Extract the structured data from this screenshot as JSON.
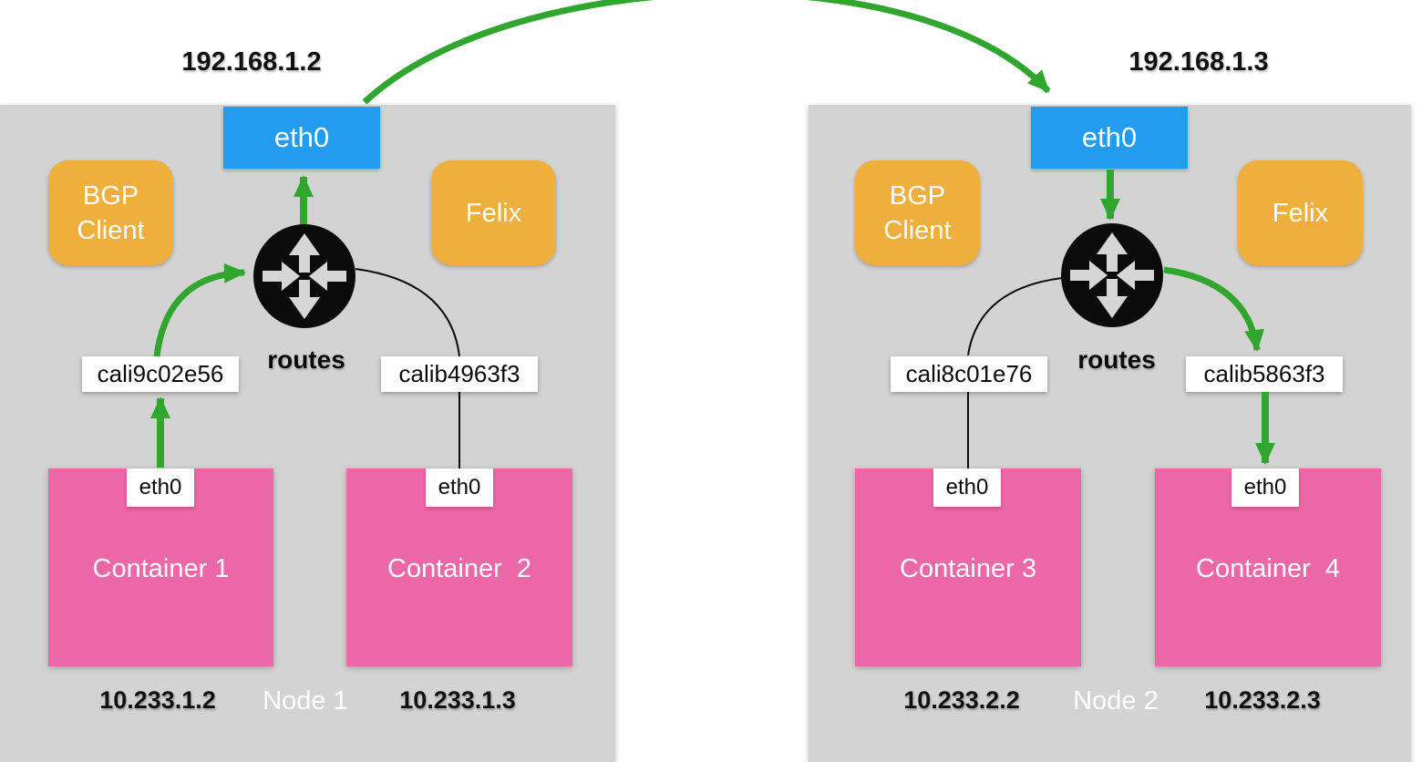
{
  "colors": {
    "node_background": "#d3d3d3",
    "container_pink": "#ec67a7",
    "interface_blue": "#239cf0",
    "service_orange": "#efaf3c",
    "arrow_green": "#31a62f",
    "router_black": "#0b0b0b",
    "label_white": "#ffffff"
  },
  "nodes": [
    {
      "name": "Node 1",
      "host_ip": "192.168.1.2",
      "host_interface": "eth0",
      "bgp_client_label": "BGP Client",
      "felix_label": "Felix",
      "routes_label": "routes",
      "veth_interfaces": [
        "cali9c02e56",
        "calib4963f3"
      ],
      "containers": [
        {
          "name": "Container 1",
          "interface": "eth0",
          "ip": "10.233.1.2"
        },
        {
          "name": "Container  2",
          "interface": "eth0",
          "ip": "10.233.1.3"
        }
      ]
    },
    {
      "name": "Node 2",
      "host_ip": "192.168.1.3",
      "host_interface": "eth0",
      "bgp_client_label": "BGP Client",
      "felix_label": "Felix",
      "routes_label": "routes",
      "veth_interfaces": [
        "cali8c01e76",
        "calib5863f3"
      ],
      "containers": [
        {
          "name": "Container 3",
          "interface": "eth0",
          "ip": "10.233.2.2"
        },
        {
          "name": "Container  4",
          "interface": "eth0",
          "ip": "10.233.2.3"
        }
      ]
    }
  ]
}
